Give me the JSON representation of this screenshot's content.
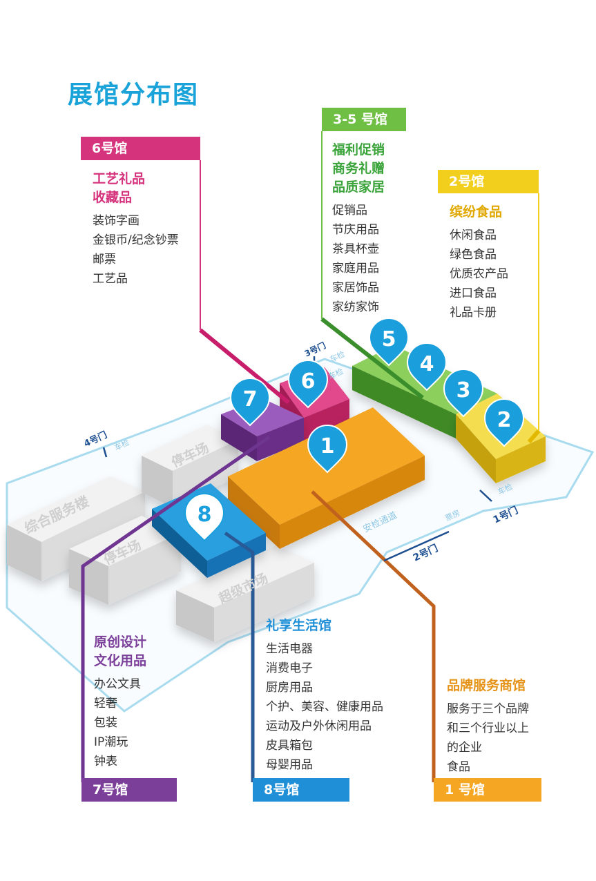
{
  "title": "展馆分布图",
  "colors": {
    "hall1": "#f5a623",
    "hall2": "#f2cf1d",
    "hall35": "#6fbf45",
    "hall6": "#d6337d",
    "hall7": "#7b3f9a",
    "hall8": "#1f8fd8",
    "pin": "#1a9edc",
    "title": "#1aa3d9",
    "hall35_text": "#3aa33a",
    "hall2_text": "#e1a800",
    "hall1_text": "#e69419"
  },
  "halls": {
    "hall6": {
      "tag": "6号馆",
      "headings": [
        "工艺礼品",
        "收藏品"
      ],
      "items": [
        "装饰字画",
        "金银币/纪念钞票",
        "邮票",
        "工艺品"
      ]
    },
    "hall35": {
      "tag": "3-5 号馆",
      "headings": [
        "福利促销",
        "商务礼赠",
        "品质家居"
      ],
      "items": [
        "促销品",
        "节庆用品",
        "茶具杯壶",
        "家庭用品",
        "家居饰品",
        "家纺家饰"
      ]
    },
    "hall2": {
      "tag": "2号馆",
      "headings": [
        "缤纷食品"
      ],
      "items": [
        "休闲食品",
        "绿色食品",
        "优质农产品",
        "进口食品",
        "礼品卡册"
      ]
    },
    "hall7": {
      "tag": "7号馆",
      "headings": [
        "原创设计",
        "文化用品"
      ],
      "items": [
        "办公文具",
        "轻奢",
        "包装",
        "IP潮玩",
        "钟表"
      ]
    },
    "hall8": {
      "tag": "8号馆",
      "headings": [
        "礼享生活馆"
      ],
      "items": [
        "生活电器",
        "消费电子",
        "厨房用品",
        "个护、美容、健康用品",
        "运动及户外休闲用品",
        "皮具箱包",
        "母婴用品"
      ]
    },
    "hall1": {
      "tag": "1 号馆",
      "headings": [
        "品牌服务商馆"
      ],
      "items": [
        "服务于三个品牌",
        "和三个行业以上",
        "的企业",
        "食品"
      ]
    }
  },
  "map": {
    "pins": [
      "1",
      "2",
      "3",
      "4",
      "5",
      "6",
      "7",
      "8"
    ],
    "buildings": [
      "综合服务楼",
      "停车场",
      "停车场",
      "超级市场"
    ],
    "gates": [
      "1号门",
      "2号门",
      "3号门",
      "4号门"
    ],
    "checkpoints": [
      "车检",
      "车检",
      "车检",
      "车检",
      "安检通道",
      "票房"
    ]
  }
}
